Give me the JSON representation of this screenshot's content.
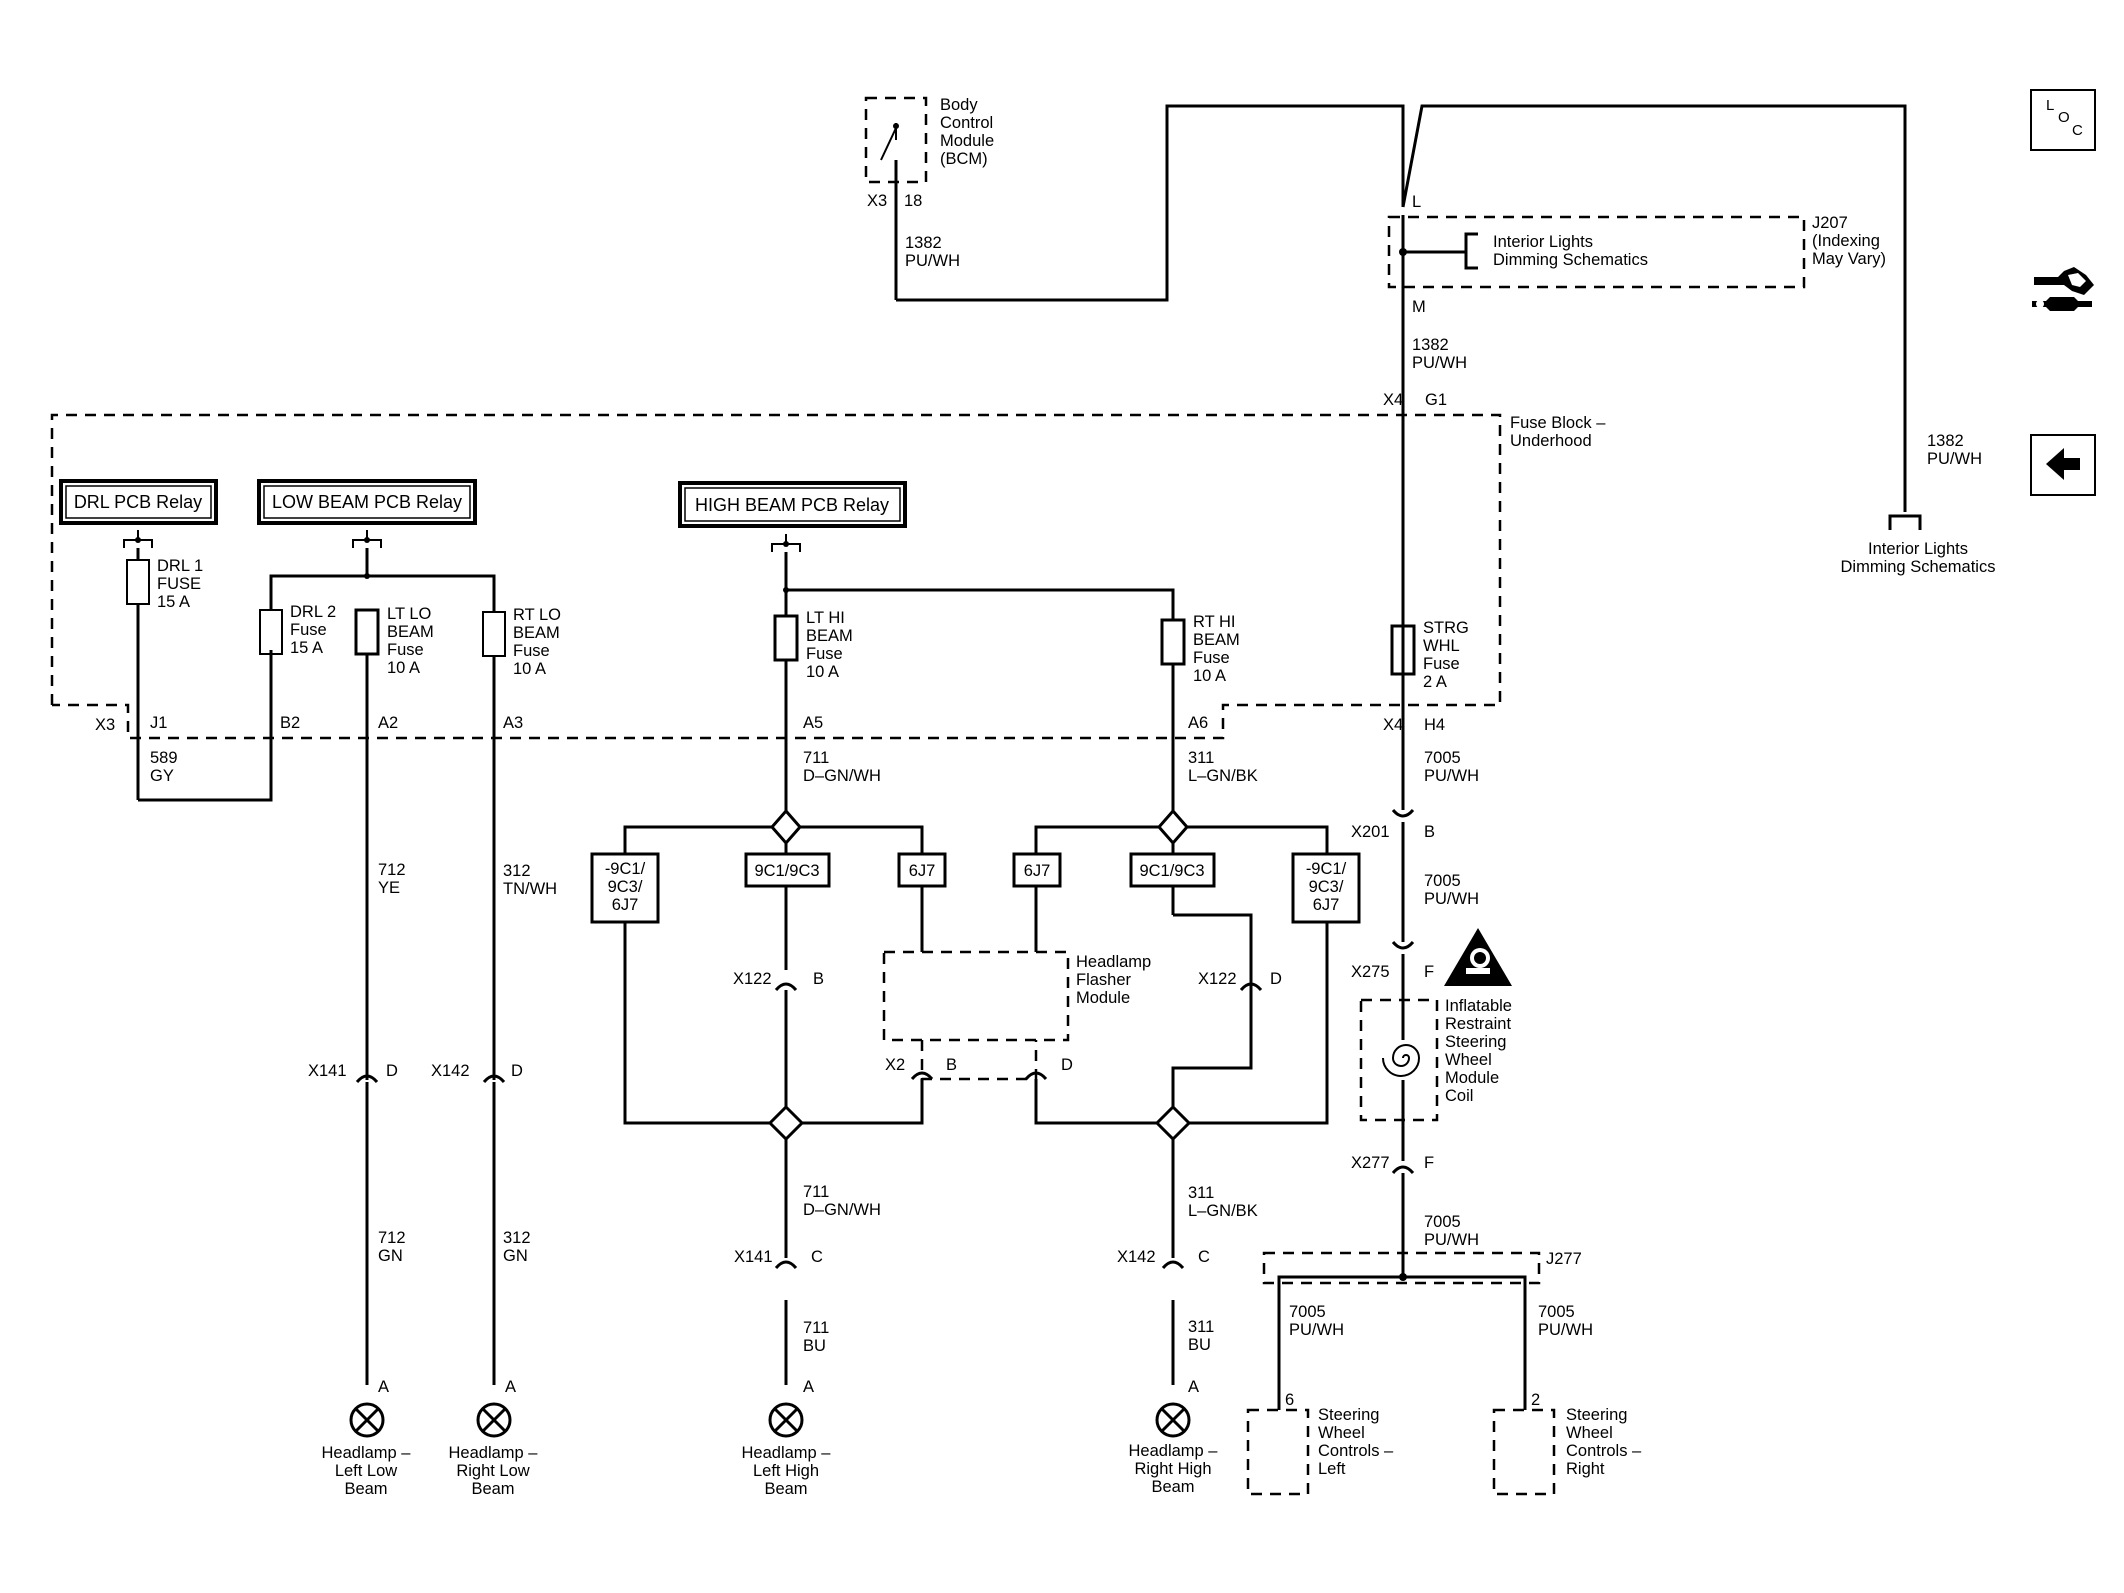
{
  "bcm": {
    "name": [
      "Body",
      "Control",
      "Module",
      "(BCM)"
    ],
    "connector": "X3",
    "pin": "18",
    "circuit": "1382",
    "color": "PU/WH"
  },
  "j207": {
    "pin_top": "L",
    "pin_bottom": "M",
    "label": [
      "Interior Lights",
      "Dimming Schematics"
    ],
    "ref": [
      "J207",
      "(Indexing",
      "May Vary)"
    ],
    "circuit": "1382",
    "color": "PU/WH"
  },
  "interior_right": {
    "circuit": "1382",
    "color": "PU/WH",
    "label": [
      "Interior Lights",
      "Dimming Schematics"
    ]
  },
  "fuse_block": {
    "label": [
      "Fuse Block –",
      "Underhood"
    ],
    "x4_top": "X4",
    "g1": "G1",
    "x3": "X3",
    "x4_bottom": "X4",
    "h4": "H4"
  },
  "relays": {
    "drl": "DRL PCB Relay",
    "low": "LOW BEAM PCB Relay",
    "high": "HIGH BEAM PCB Relay"
  },
  "fuses": {
    "drl1": [
      "DRL 1",
      "FUSE",
      "15 A"
    ],
    "drl2": [
      "DRL 2",
      "Fuse",
      "15 A"
    ],
    "ltlo": [
      "LT LO",
      "BEAM",
      "Fuse",
      "10 A"
    ],
    "rtlo": [
      "RT LO",
      "BEAM",
      "Fuse",
      "10 A"
    ],
    "lthi": [
      "LT HI",
      "BEAM",
      "Fuse",
      "10 A"
    ],
    "rthi": [
      "RT HI",
      "BEAM",
      "Fuse",
      "10 A"
    ],
    "strg": [
      "STRG",
      "WHL",
      "Fuse",
      "2 A"
    ]
  },
  "pins": {
    "j1": "J1",
    "b2": "B2",
    "a2": "A2",
    "a3": "A3",
    "a5": "A5",
    "a6": "A6"
  },
  "wires": {
    "w589": [
      "589",
      "GY"
    ],
    "w711a": [
      "711",
      "D–GN/WH"
    ],
    "w311a": [
      "311",
      "L–GN/BK"
    ],
    "w712ye": [
      "712",
      "YE"
    ],
    "w312tn": [
      "312",
      "TN/WH"
    ],
    "w711b": [
      "711",
      "D–GN/WH"
    ],
    "w311b": [
      "311",
      "L–GN/BK"
    ],
    "w712gn": [
      "712",
      "GN"
    ],
    "w312gn": [
      "312",
      "GN"
    ],
    "w711bu": [
      "711",
      "BU"
    ],
    "w311bu": [
      "311",
      "BU"
    ],
    "w7005a": [
      "7005",
      "PU/WH"
    ],
    "w7005b": [
      "7005",
      "PU/WH"
    ],
    "w7005c": [
      "7005",
      "PU/WH"
    ],
    "w7005l": [
      "7005",
      "PU/WH"
    ],
    "w7005r": [
      "7005",
      "PU/WH"
    ]
  },
  "options": {
    "l1": [
      "-9C1/",
      "9C3/",
      "6J7"
    ],
    "l2": "9C1/9C3",
    "l3": "6J7",
    "r3": "6J7",
    "r2": "9C1/9C3",
    "r1": [
      "-9C1/",
      "9C3/",
      "6J7"
    ]
  },
  "connectors": {
    "x122l": [
      "X122",
      "B"
    ],
    "x122r": [
      "X122",
      "D"
    ],
    "x141l": [
      "X141",
      "D"
    ],
    "x142l": [
      "X142",
      "D"
    ],
    "x141c": [
      "X141",
      "C"
    ],
    "x142c": [
      "X142",
      "C"
    ],
    "x2b": [
      "X2",
      "B"
    ],
    "x2d": "D",
    "x201": [
      "X201",
      "B"
    ],
    "x275": [
      "X275",
      "F"
    ],
    "x277": [
      "X277",
      "F"
    ]
  },
  "flasher": [
    "Headlamp",
    "Flasher",
    "Module"
  ],
  "lamps": {
    "ll": {
      "pin": "A",
      "label": [
        "Headlamp –",
        "Left Low",
        "Beam"
      ]
    },
    "rl": {
      "pin": "A",
      "label": [
        "Headlamp –",
        "Right Low",
        "Beam"
      ]
    },
    "lh": {
      "pin": "A",
      "label": [
        "Headlamp –",
        "Left High",
        "Beam"
      ]
    },
    "rh": {
      "pin": "A",
      "label": [
        "Headlamp –",
        "Right High",
        "Beam"
      ]
    }
  },
  "coil": [
    "Inflatable",
    "Restraint",
    "Steering",
    "Wheel",
    "Module",
    "Coil"
  ],
  "j277": "J277",
  "swc": {
    "left": {
      "pin": "6",
      "label": [
        "Steering",
        "Wheel",
        "Controls –",
        "Left"
      ]
    },
    "right": {
      "pin": "2",
      "label": [
        "Steering",
        "Wheel",
        "Controls –",
        "Right"
      ]
    }
  },
  "nav": {
    "loc": [
      "L",
      "O",
      "C"
    ],
    "tools_icon": "tools-connector-icon",
    "back_icon": "back-arrow-icon"
  }
}
